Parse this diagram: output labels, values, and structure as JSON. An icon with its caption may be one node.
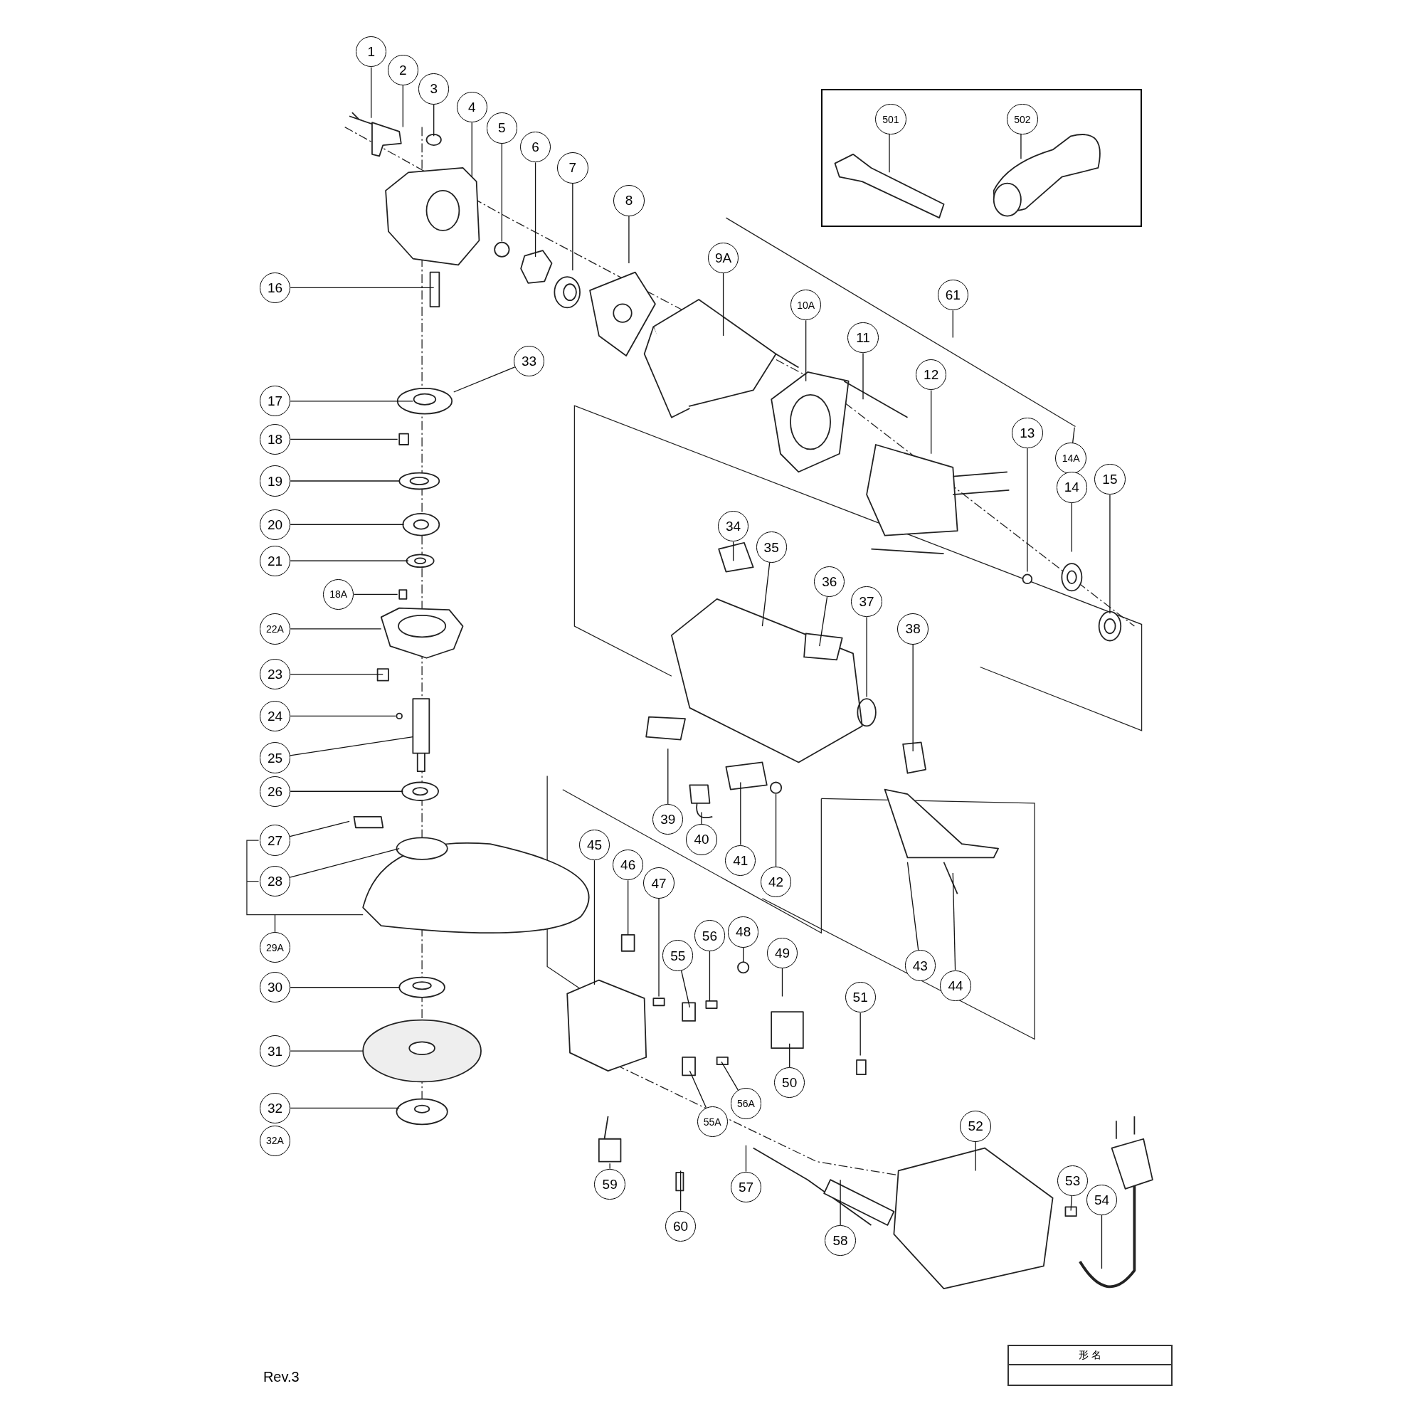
{
  "diagram": {
    "nodes": [
      {
        "text": [],
        "shape": "box"
      },
      {
        "text": [
          "501"
        ],
        "in": 0
      },
      {
        "text": [
          "502"
        ],
        "in": 0
      },
      {
        "text": [
          "1"
        ]
      },
      {
        "text": [
          "2"
        ]
      },
      {
        "text": [
          "3"
        ]
      },
      {
        "text": [
          "4"
        ]
      },
      {
        "text": [
          "5"
        ]
      },
      {
        "text": [
          "6"
        ]
      },
      {
        "text": [
          "7"
        ]
      },
      {
        "text": [
          "8"
        ]
      },
      {
        "text": [
          "9A"
        ]
      },
      {
        "text": [
          "61"
        ]
      },
      {
        "text": [
          "10A"
        ]
      },
      {
        "text": [
          "11"
        ]
      },
      {
        "text": [
          "12"
        ]
      },
      {
        "text": [
          "16"
        ]
      },
      {
        "text": [
          "33"
        ]
      },
      {
        "text": [
          "17"
        ]
      },
      {
        "text": [
          "13"
        ]
      },
      {
        "text": [
          "14A"
        ]
      },
      {
        "text": [
          "18"
        ]
      },
      {
        "text": [
          "19"
        ]
      },
      {
        "text": [
          "15"
        ]
      },
      {
        "text": [
          "14"
        ]
      },
      {
        "text": [
          "20"
        ]
      },
      {
        "text": [
          "34"
        ]
      },
      {
        "text": [
          "35"
        ]
      },
      {
        "text": [
          "21"
        ]
      },
      {
        "text": [
          "36"
        ]
      },
      {
        "text": [
          "18A"
        ]
      },
      {
        "text": [
          "37"
        ]
      },
      {
        "text": [
          "22A"
        ]
      },
      {
        "text": [
          "38"
        ]
      },
      {
        "text": [
          "23"
        ]
      },
      {
        "text": [
          "24"
        ]
      },
      {
        "text": [
          "25"
        ]
      },
      {
        "text": [
          "26"
        ]
      },
      {
        "text": [
          "39"
        ]
      },
      {
        "text": [
          "40"
        ]
      },
      {
        "text": [
          "27"
        ]
      },
      {
        "text": [
          "45"
        ]
      },
      {
        "text": [
          "41"
        ]
      },
      {
        "text": [
          "46"
        ]
      },
      {
        "text": [
          "28"
        ]
      },
      {
        "text": [
          "42"
        ]
      },
      {
        "text": [
          "47"
        ]
      },
      {
        "text": [
          "48"
        ]
      },
      {
        "text": [
          "29A"
        ]
      },
      {
        "text": [
          "49"
        ]
      },
      {
        "text": [
          "55"
        ]
      },
      {
        "text": [
          "56"
        ]
      },
      {
        "text": [
          "43"
        ]
      },
      {
        "text": [
          "44"
        ]
      },
      {
        "text": [
          "30"
        ]
      },
      {
        "text": [
          "51"
        ]
      },
      {
        "text": [
          "31"
        ]
      },
      {
        "text": [
          "50"
        ]
      },
      {
        "text": [
          "56A"
        ]
      },
      {
        "text": [
          "32"
        ]
      },
      {
        "text": [
          "55A"
        ]
      },
      {
        "text": [
          "52"
        ]
      },
      {
        "text": [
          "32A"
        ]
      },
      {
        "text": [
          "53"
        ]
      },
      {
        "text": [
          "59"
        ]
      },
      {
        "text": [
          "57"
        ]
      },
      {
        "text": [
          "54"
        ]
      },
      {
        "text": [
          "60"
        ]
      },
      {
        "text": [
          "58"
        ]
      },
      {
        "text": [
          "形 名"
        ]
      }
    ],
    "edges": [
      {
        "from": 1,
        "to": null,
        "arrow": "none"
      },
      {
        "from": 2,
        "to": null,
        "arrow": "none"
      },
      {
        "from": 3,
        "to": null,
        "arrow": "none"
      },
      {
        "from": 4,
        "to": null,
        "arrow": "none"
      },
      {
        "from": 5,
        "to": null,
        "arrow": "none"
      },
      {
        "from": 6,
        "to": null,
        "arrow": "none"
      },
      {
        "from": 7,
        "to": null,
        "arrow": "none"
      },
      {
        "from": 8,
        "to": null,
        "arrow": "none"
      },
      {
        "from": 9,
        "to": null,
        "arrow": "none"
      },
      {
        "from": 10,
        "to": null,
        "arrow": "none"
      },
      {
        "from": 11,
        "to": null,
        "arrow": "none"
      },
      {
        "from": 12,
        "to": null,
        "arrow": "none"
      },
      {
        "from": 13,
        "to": null,
        "arrow": "none"
      },
      {
        "from": 14,
        "to": null,
        "arrow": "none"
      },
      {
        "from": 15,
        "to": null,
        "arrow": "none"
      },
      {
        "from": 16,
        "to": null,
        "arrow": "none"
      },
      {
        "from": 17,
        "to": null,
        "arrow": "none"
      },
      {
        "from": 18,
        "to": null,
        "arrow": "none"
      },
      {
        "from": 19,
        "to": null,
        "arrow": "none"
      },
      {
        "from": 20,
        "to": null,
        "arrow": "none"
      },
      {
        "from": 21,
        "to": null,
        "arrow": "none"
      },
      {
        "from": 22,
        "to": null,
        "arrow": "none"
      },
      {
        "from": 23,
        "to": null,
        "arrow": "none"
      },
      {
        "from": 24,
        "to": null,
        "arrow": "none"
      },
      {
        "from": 25,
        "to": null,
        "arrow": "none"
      },
      {
        "from": 26,
        "to": null,
        "arrow": "none"
      },
      {
        "from": 27,
        "to": null,
        "arrow": "none"
      },
      {
        "from": 28,
        "to": null,
        "arrow": "none"
      },
      {
        "from": 29,
        "to": null,
        "arrow": "none"
      },
      {
        "from": 30,
        "to": null,
        "arrow": "none"
      },
      {
        "from": 31,
        "to": null,
        "arrow": "none"
      },
      {
        "from": 32,
        "to": null,
        "arrow": "none"
      },
      {
        "from": 33,
        "to": null,
        "arrow": "none"
      },
      {
        "from": 34,
        "to": null,
        "arrow": "none"
      },
      {
        "from": 35,
        "to": null,
        "arrow": "none"
      },
      {
        "from": 36,
        "to": null,
        "arrow": "none"
      },
      {
        "from": 37,
        "to": null,
        "arrow": "none"
      },
      {
        "from": 38,
        "to": null,
        "arrow": "none"
      },
      {
        "from": 39,
        "to": null,
        "arrow": "none"
      },
      {
        "from": 40,
        "to": null,
        "arrow": "none"
      },
      {
        "from": 41,
        "to": null,
        "arrow": "none"
      },
      {
        "from": 42,
        "to": null,
        "arrow": "none"
      },
      {
        "from": 43,
        "to": null,
        "arrow": "none"
      },
      {
        "from": 44,
        "to": null,
        "arrow": "none"
      },
      {
        "from": 45,
        "to": null,
        "arrow": "none"
      },
      {
        "from": 46,
        "to": null,
        "arrow": "none"
      },
      {
        "from": 47,
        "to": null,
        "arrow": "none"
      },
      {
        "from": 48,
        "to": null,
        "arrow": "none"
      },
      {
        "from": 49,
        "to": null,
        "arrow": "none"
      },
      {
        "from": 50,
        "to": null,
        "arrow": "none"
      },
      {
        "from": 51,
        "to": null,
        "arrow": "none"
      },
      {
        "from": 52,
        "to": null,
        "arrow": "none"
      },
      {
        "from": 53,
        "to": null,
        "arrow": "none"
      },
      {
        "from": 54,
        "to": null,
        "arrow": "none"
      },
      {
        "from": 55,
        "to": null,
        "arrow": "none"
      },
      {
        "from": 56,
        "to": null,
        "arrow": "none"
      },
      {
        "from": 57,
        "to": null,
        "arrow": "none"
      },
      {
        "from": 58,
        "to": null,
        "arrow": "none"
      },
      {
        "from": 59,
        "to": null,
        "arrow": "none"
      },
      {
        "from": 60,
        "to": null,
        "arrow": "none"
      },
      {
        "from": 61,
        "to": null,
        "arrow": "none"
      },
      {
        "from": 63,
        "to": null,
        "arrow": "none"
      },
      {
        "from": 64,
        "to": null,
        "arrow": "none"
      },
      {
        "from": 65,
        "to": null,
        "arrow": "none"
      },
      {
        "from": 66,
        "to": null,
        "arrow": "none"
      },
      {
        "from": 67,
        "to": null,
        "arrow": "none"
      },
      {
        "from": 68,
        "to": null,
        "arrow": "none"
      }
    ],
    "labels": [
      "Rev.3"
    ]
  }
}
